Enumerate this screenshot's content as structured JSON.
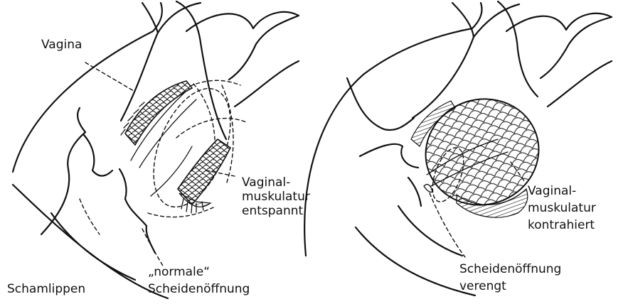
{
  "left_figure": {
    "label_vagina": "Vagina",
    "label_muscle_line1": "Vaginal-",
    "label_muscle_line2": "muskulatur",
    "label_muscle_line3": "entspannt",
    "label_opening_line1": "„normale“",
    "label_opening_line2": "Scheidenöffnung",
    "label_labia": "Schamlippen"
  },
  "right_figure": {
    "label_muscle_line1": "Vaginal-",
    "label_muscle_line2": "muskulatur",
    "label_muscle_line3": "kontrahiert",
    "label_opening_line1": "Scheidenöffnung",
    "label_opening_line2": "verengt"
  },
  "colors": {
    "ink": "#111111",
    "background": "#ffffff"
  }
}
